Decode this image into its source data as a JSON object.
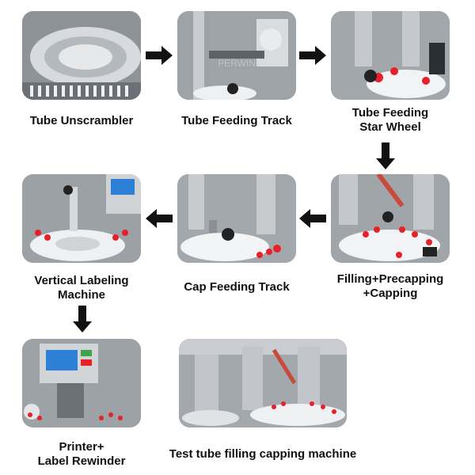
{
  "steps": [
    {
      "label": "Tube Unscrambler"
    },
    {
      "label": "Tube Feeding Track"
    },
    {
      "label": "Tube Feeding\nStar Wheel"
    },
    {
      "label": "Filling+Precapping\n+Capping"
    },
    {
      "label": "Cap Feeding Track"
    },
    {
      "label": "Vertical Labeling\nMachine"
    },
    {
      "label": "Printer+\nLabel Rewinder"
    }
  ],
  "overview": {
    "label": "Test tube filling capping machine"
  },
  "watermark": "PERWIN",
  "flow": [
    "right",
    "right",
    "down",
    "left",
    "left",
    "down"
  ],
  "colors": {
    "arrow": "#111111",
    "text": "#111111",
    "accent": "#e8202a",
    "screen": "#2e7fd6"
  }
}
